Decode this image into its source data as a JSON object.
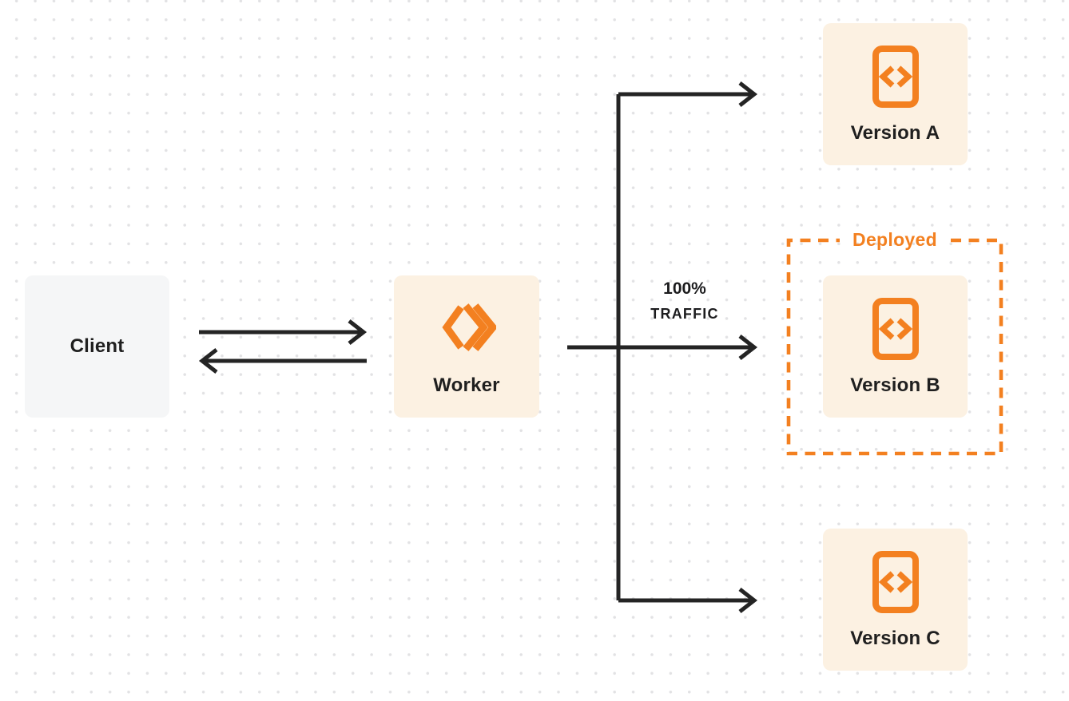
{
  "nodes": {
    "client": {
      "label": "Client"
    },
    "worker": {
      "label": "Worker",
      "icon": "cloudflare-workers-logo-icon"
    },
    "version_a": {
      "label": "Version A",
      "icon": "code-file-icon"
    },
    "version_b": {
      "label": "Version B",
      "icon": "code-file-icon"
    },
    "version_c": {
      "label": "Version C",
      "icon": "code-file-icon"
    }
  },
  "annotations": {
    "traffic_percent": "100%",
    "traffic_word": "TRAFFIC",
    "deployed_label": "Deployed"
  },
  "edges": [
    {
      "name": "client-to-worker-arrow"
    },
    {
      "name": "worker-to-client-arrow"
    },
    {
      "name": "worker-to-version-a-arrow"
    },
    {
      "name": "worker-to-version-b-arrow",
      "label": "100% TRAFFIC"
    },
    {
      "name": "worker-to-version-c-arrow"
    }
  ],
  "colors": {
    "accent_orange": "#F38020",
    "panel_cream": "#FCF1E2",
    "panel_gray": "#F5F6F7",
    "text_ink": "#1F1F1F",
    "arrow_ink": "#242424",
    "dot_grid": "#E2E2E4",
    "background": "#FFFFFF"
  }
}
